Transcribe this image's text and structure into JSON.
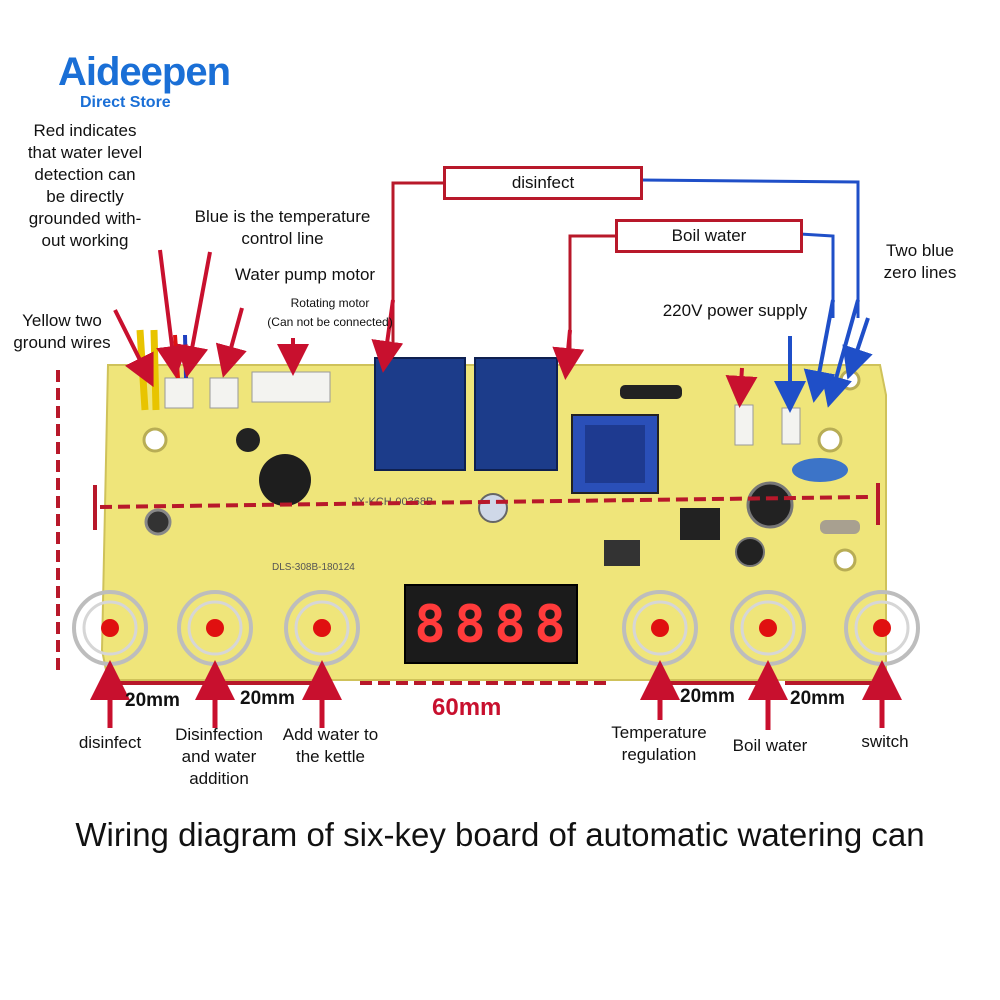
{
  "logo": {
    "brand": "Aideepen",
    "sub": "Direct Store"
  },
  "labels": {
    "red_level": "Red indicates\nthat water level\ndetection can\nbe directly\ngrounded with-\nout working",
    "blue_temp": "Blue is the temperature\ncontrol line",
    "pump_motor": "Water pump motor",
    "rotating_motor": "Rotating motor\n(Can not be connected)",
    "yellow_ground": "Yellow two\nground wires",
    "two_blue_zero": "Two blue\nzero lines",
    "power_supply": "220V power supply"
  },
  "boxes": {
    "disinfect": "disinfect",
    "boil_water": "Boil water"
  },
  "dimensions": {
    "d1": "20mm",
    "d2": "20mm",
    "d3": "60mm",
    "d4": "20mm",
    "d5": "20mm"
  },
  "keys": {
    "k1": "disinfect",
    "k2": "Disinfection\nand water\naddition",
    "k3": "Add water to\nthe kettle",
    "k4": "Temperature\nregulation",
    "k5": "Boil water",
    "k6": "switch"
  },
  "display": {
    "digits": [
      "8",
      "8",
      "8",
      "8"
    ]
  },
  "caption": "Wiring diagram of six-key board of automatic watering can",
  "colors": {
    "board": "#efe57a",
    "arrow_red": "#c8102e",
    "arrow_blue": "#1f4fc8",
    "brand": "#1a6fd6"
  }
}
